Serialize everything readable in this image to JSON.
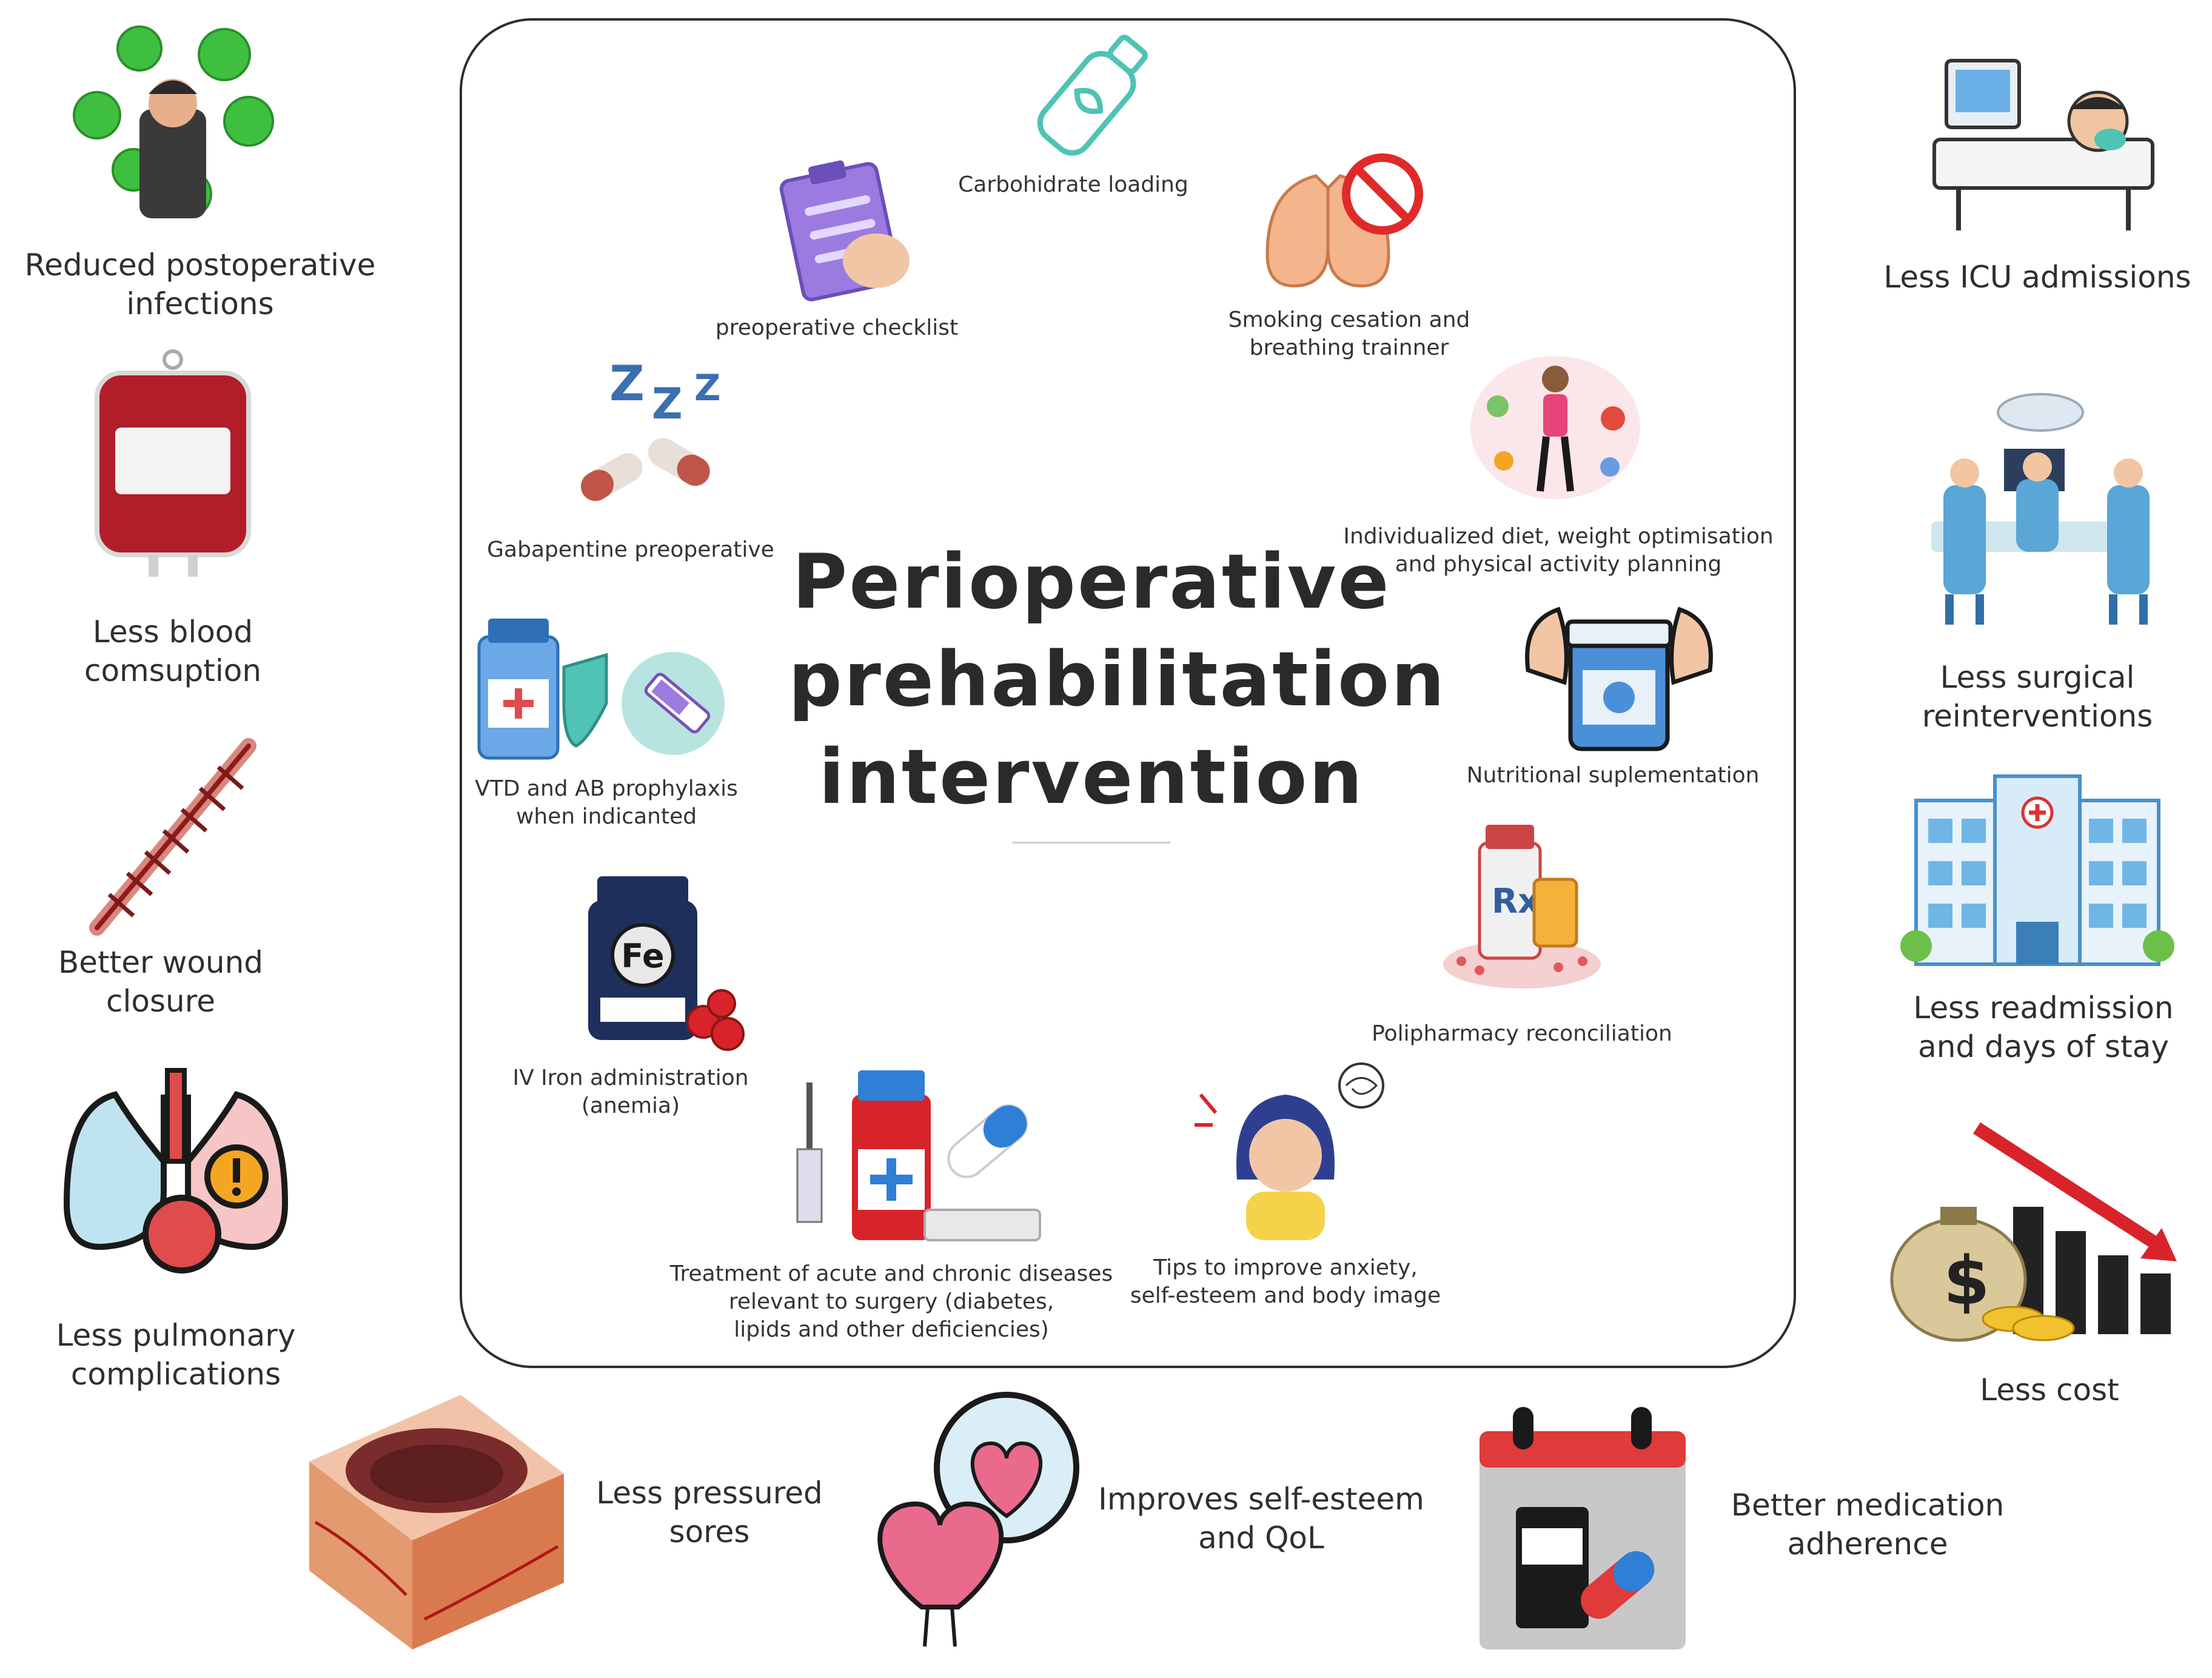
{
  "center": {
    "title_lines": [
      "Perioperative",
      "prehabilitation",
      "intervention"
    ]
  },
  "interventions": {
    "carbohydrate": "Carbohidrate loading",
    "checklist": "preoperative checklist",
    "smoking": [
      "Smoking cesation and",
      "breathing trainner"
    ],
    "gabapentine": "Gabapentine preoperative",
    "diet": [
      "Individualized diet, weight optimisation",
      "and physical activity planning"
    ],
    "vtd": [
      "VTD and AB prophylaxis",
      "when indicanted"
    ],
    "nutritional": "Nutritional suplementation",
    "polypharmacy": "Polipharmacy reconciliation",
    "iron": [
      "IV Iron administration",
      "(anemia)"
    ],
    "iron_icon_text": "Fe",
    "treatment": [
      "Treatment of acute and chronic diseases",
      "relevant to surgery (diabetes,",
      "lipids and other deficiencies)"
    ],
    "tips": [
      "Tips to improve anxiety,",
      "self-esteem and body image"
    ]
  },
  "outcomes": {
    "infections": [
      "Reduced postoperative",
      "infections"
    ],
    "blood": [
      "Less blood",
      "comsuption"
    ],
    "wound": [
      "Better wound",
      "closure"
    ],
    "pulmonary": [
      "Less pulmonary",
      "complications"
    ],
    "icu": "Less ICU admissions",
    "reinterventions": [
      "Less surgical",
      "reinterventions"
    ],
    "readmission": [
      "Less readmission",
      "and days of stay"
    ],
    "cost": "Less cost",
    "sores": [
      "Less pressured",
      "sores"
    ],
    "selfesteem": [
      "Improves self-esteem",
      "and QoL"
    ],
    "medication": [
      "Better medication",
      "adherence"
    ]
  },
  "colors": {
    "frame": "#2d2d2d",
    "blood_red": "#b11e2a",
    "teal": "#4fc3b4",
    "pink": "#e96a8c",
    "blue": "#2f7fd6",
    "green_virus": "#3fbf3f",
    "navy": "#1f2f5c"
  },
  "icons": [
    "virus-person-icon",
    "blood-bag-icon",
    "sutured-wound-icon",
    "lungs-warning-icon",
    "icu-patient-icon",
    "surgery-team-icon",
    "hospital-icon",
    "money-down-icon",
    "pressure-sore-icon",
    "heart-mirror-icon",
    "medication-calendar-icon",
    "water-bottle-icon",
    "checklist-icon",
    "no-smoking-lungs-icon",
    "sleep-pills-icon",
    "diet-activity-icon",
    "prophylaxis-icon",
    "protein-jar-icon",
    "pharmacy-icon",
    "iron-bottle-icon",
    "medicines-icon",
    "anxiety-woman-icon"
  ]
}
